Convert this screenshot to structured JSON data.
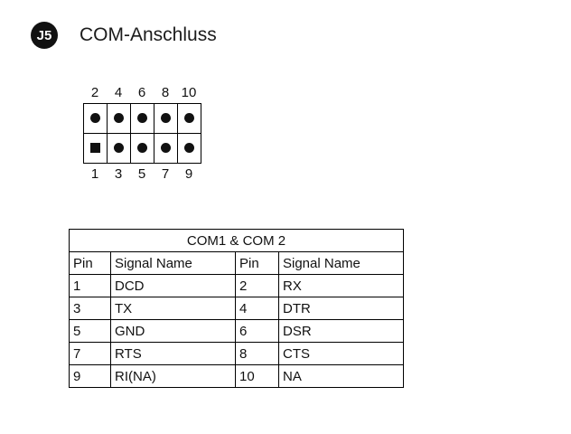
{
  "page": {
    "badge": "J5",
    "title": "COM-Anschluss"
  },
  "connector": {
    "top_labels": [
      "2",
      "4",
      "6",
      "8",
      "10"
    ],
    "bottom_labels": [
      "1",
      "3",
      "5",
      "7",
      "9"
    ],
    "pin1_marker": "square",
    "pin_color": "#111111"
  },
  "pinout_table": {
    "title": "COM1 & COM 2",
    "headers": [
      "Pin",
      "Signal Name",
      "Pin",
      "Signal Name"
    ],
    "rows": [
      [
        "1",
        "DCD",
        "2",
        "RX"
      ],
      [
        "3",
        "TX",
        "4",
        "DTR"
      ],
      [
        "5",
        "GND",
        "6",
        "DSR"
      ],
      [
        "7",
        "RTS",
        "8",
        "CTS"
      ],
      [
        "9",
        "RI(NA)",
        "10",
        "NA"
      ]
    ]
  }
}
